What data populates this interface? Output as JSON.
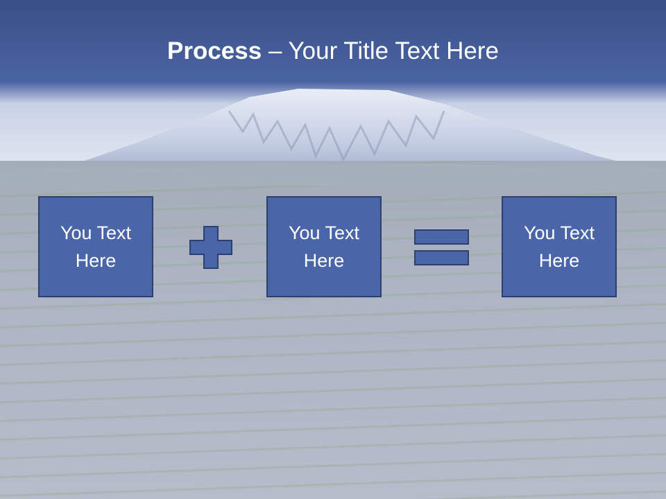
{
  "slide": {
    "title_bold": "Process",
    "title_rest": " – Your Title Text Here"
  },
  "process": {
    "boxes": [
      {
        "text": "You Text Here"
      },
      {
        "text": "You Text Here"
      },
      {
        "text": "You Text Here"
      }
    ],
    "operators": [
      "plus",
      "equals"
    ]
  },
  "colors": {
    "box_fill": "#4b66a8",
    "box_border": "#2c3f6e",
    "title_band": "#4a64a2",
    "text": "#ffffff"
  }
}
